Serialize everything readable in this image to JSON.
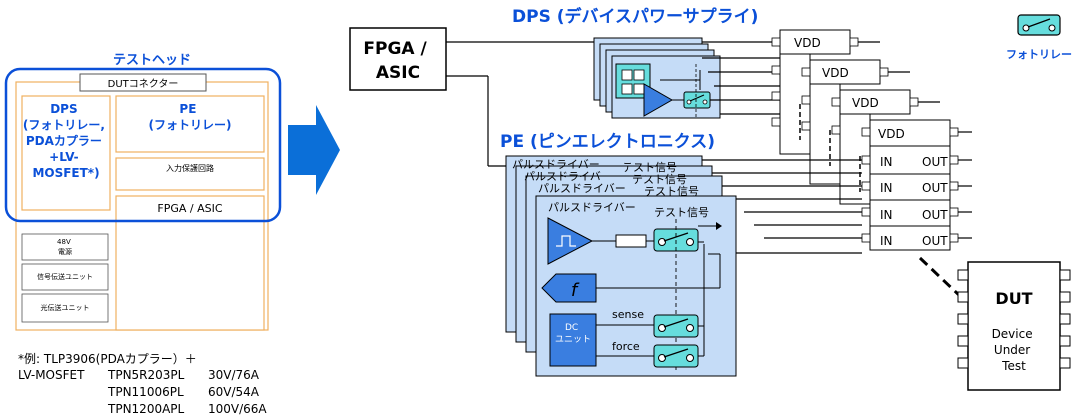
{
  "test_head": {
    "title": "テストヘッド",
    "dut_connector": "DUTコネクター",
    "dps_block": [
      "DPS",
      "(フォトリレー,",
      "PDAカプラー",
      "+LV-",
      "MOSFET*)"
    ],
    "pe_block": [
      "PE",
      "(フォトリレー)"
    ],
    "input_protection": "入力保護回路",
    "fpga_asic": "FPGA / ASIC",
    "power_48v": [
      "48V",
      "電源"
    ],
    "signal_unit": "信号伝送ユニット",
    "optical_unit": "光伝送ユニット"
  },
  "footnote": {
    "line1": "*例: TLP3906(PDAカプラー）＋",
    "line2_prefix": "LV-MOSFET",
    "parts": [
      {
        "name": "TPN5R203PL",
        "spec": "30V/76A"
      },
      {
        "name": "TPN11006PL",
        "spec": "60V/54A"
      },
      {
        "name": "TPN1200APL",
        "spec": "100V/66A"
      }
    ]
  },
  "main": {
    "fpga_label": [
      "FPGA /",
      "ASIC"
    ],
    "dps_title": "DPS (デバイスパワーサプライ)",
    "pe_title": "PE (ピンエレクトロニクス)",
    "legend_label": "フォトリレー",
    "vdd_label": "VDD",
    "in_label": "IN",
    "out_label": "OUT",
    "pulse_driver": "パルスドライバー",
    "test_signal": "テスト信号",
    "func_symbol": "f",
    "dc_unit": [
      "DC",
      "ユニット"
    ],
    "sense": "sense",
    "force": "force",
    "dut_title": "DUT",
    "dut_desc": [
      "Device",
      "Under",
      "Test"
    ]
  },
  "colors": {
    "accent_blue": "#0b50d8",
    "border_orange": "#f0b060",
    "card_fill": "#c5dcf7",
    "relay_fill": "#66dddd"
  }
}
